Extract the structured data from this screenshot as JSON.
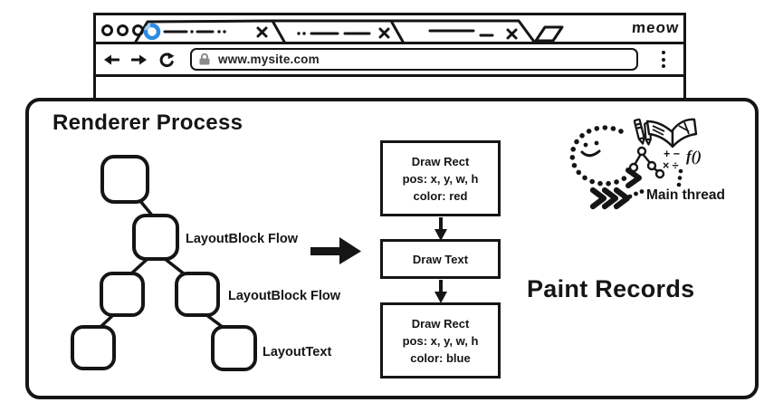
{
  "browser": {
    "brand": "meow",
    "tab_count": 3,
    "address_bar": {
      "url": "www.mysite.com"
    },
    "icons": {
      "traffic_lights": "window-buttons",
      "loading_spinner": "spinner",
      "tab_close": "close-x",
      "new_tab": "new-tab-parallelogram",
      "back": "back-arrow",
      "forward": "forward-arrow",
      "reload": "reload-arrow",
      "lock": "padlock",
      "menu": "kebab-menu"
    }
  },
  "renderer": {
    "title": "Renderer Process",
    "layout_tree": {
      "labels": [
        "LayoutBlock Flow",
        "LayoutBlock Flow",
        "LayoutText"
      ]
    },
    "paint_records": {
      "title": "Paint Records",
      "boxes": [
        {
          "lines": [
            "Draw Rect",
            "pos: x, y, w, h",
            "color: red"
          ]
        },
        {
          "lines": [
            "Draw Text"
          ]
        },
        {
          "lines": [
            "Draw Rect",
            "pos: x, y, w, h",
            "color: blue"
          ]
        }
      ]
    },
    "main_thread": {
      "label": "Main thread",
      "math_symbols": [
        "+ −",
        "× ÷"
      ],
      "function_symbol": "f()"
    }
  },
  "colors": {
    "ink": "#151515",
    "spinner_blue": "#2e8be0",
    "spinner_blue_light": "#a3d0f2",
    "lock_gray": "#8a8a8a"
  }
}
